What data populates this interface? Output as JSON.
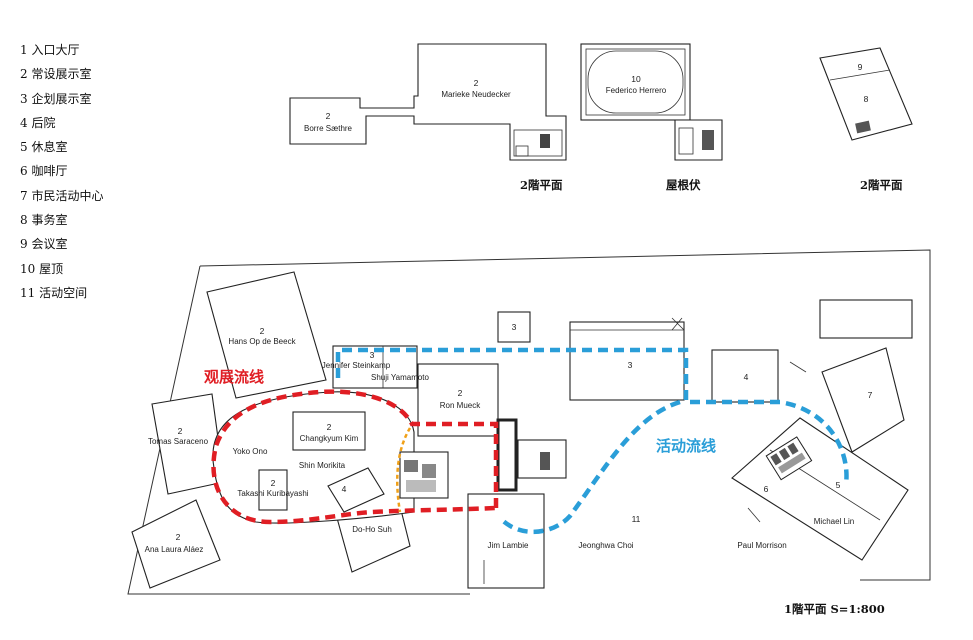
{
  "legend": [
    "1 入口大厅",
    "2 常设展示室",
    "3 企划展示室",
    "4 后院",
    "5 休息室",
    "6 咖啡厅",
    "7 市民活动中心",
    "8 事务室",
    "9 会议室",
    "10 屋顶",
    "11 活动空间"
  ],
  "floor_labels": {
    "second_floor_left": "2階平面",
    "roof": "屋根伏",
    "second_floor_right": "2階平面",
    "first_floor": "1階平面  S=1:800"
  },
  "rooms": {
    "borre": {
      "num": "2",
      "name": "Borre Sæthre"
    },
    "marieke": {
      "num": "2",
      "name": "Marieke Neudecker"
    },
    "federico": {
      "num": "10",
      "name": "Federico Herrero"
    },
    "r9": {
      "num": "9"
    },
    "r8": {
      "num": "8"
    },
    "hans": {
      "num": "2",
      "name": "Hans Op de Beeck"
    },
    "tomas": {
      "num": "2",
      "name": "Tomas Saraceno"
    },
    "ana": {
      "num": "2",
      "name": "Ana Laura Aláez"
    },
    "yoko": {
      "name": "Yoko Ono"
    },
    "changkyum": {
      "num": "2",
      "name": "Changkyum Kim"
    },
    "shinmorikita": {
      "name": "Shin Morikita"
    },
    "takashi": {
      "num": "2",
      "name": "Takashi Kuribayashi"
    },
    "dohosuh": {
      "num": "4",
      "name": "Do-Ho Suh"
    },
    "jennifer": {
      "num": "3",
      "name": "Jennifer Steinkamp"
    },
    "shuji": {
      "name": "Shuji Yamamoto"
    },
    "ronmueck": {
      "num": "2",
      "name": "Ron Mueck"
    },
    "r3top": {
      "num": "3"
    },
    "r3right": {
      "num": "3"
    },
    "r4": {
      "num": "4"
    },
    "r7": {
      "num": "7"
    },
    "r6": {
      "num": "6"
    },
    "michael": {
      "num": "5",
      "name": "Michael Lin"
    },
    "r11": {
      "num": "11"
    },
    "jeonghwa": {
      "name": "Jeonghwa Choi"
    },
    "paul": {
      "name": "Paul Morrison"
    },
    "jim": {
      "name": "Jim Lambie"
    }
  },
  "routes": {
    "exhibition": {
      "label": "观展流线",
      "color": "#e01e24"
    },
    "activity": {
      "label": "活动流线",
      "color": "#2a9ed8"
    },
    "connector": {
      "color": "#f0a018"
    }
  }
}
